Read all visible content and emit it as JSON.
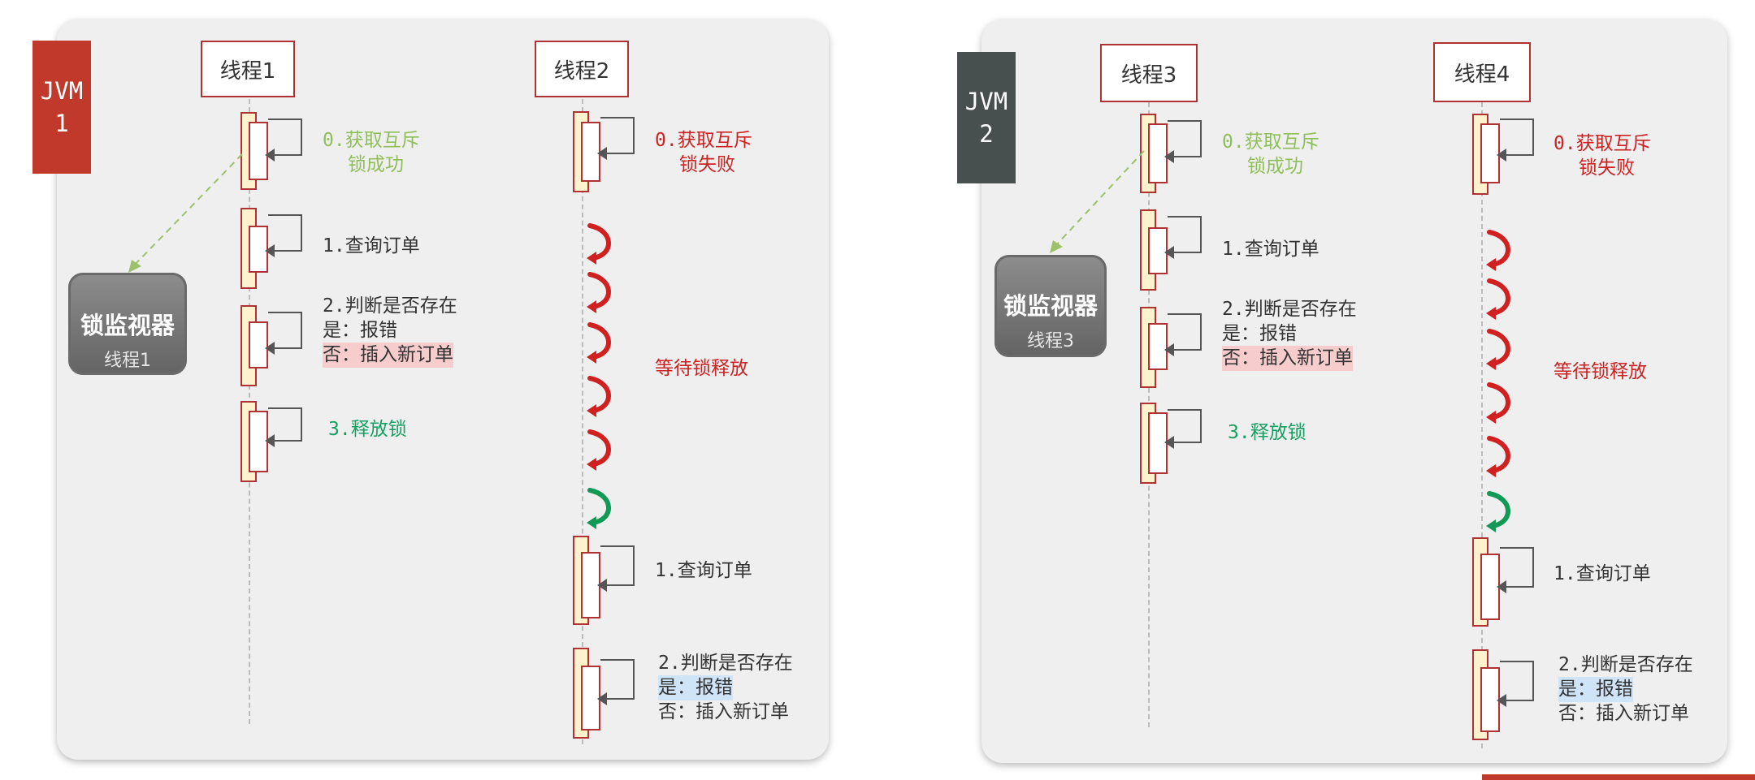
{
  "colors": {
    "jvm1": "#c0392b",
    "jvm2": "#474f4f",
    "success": "#8fbf5a",
    "fail": "#cc2222",
    "release": "#16a061"
  },
  "left": {
    "jvm": "JVM\n1",
    "thread_a": "线程1",
    "thread_b": "线程2",
    "monitor": {
      "title": "锁监视器",
      "owner": "线程1"
    },
    "a_steps": {
      "s0_l1": "0.获取互斥",
      "s0_l2": "锁成功",
      "s1": "1.查询订单",
      "s2_l1": "2.判断是否存在",
      "s2_l2": "是：报错",
      "s2_l3": "否：插入新订单",
      "s3": "3.释放锁"
    },
    "b_steps": {
      "s0_l1": "0.获取互斥",
      "s0_l2": "锁失败",
      "wait": "等待锁释放",
      "s1": "1.查询订单",
      "s2_l1": "2.判断是否存在",
      "s2_l2": "是：报错",
      "s2_l3": "否：插入新订单"
    }
  },
  "right": {
    "jvm": "JVM\n2",
    "thread_a": "线程3",
    "thread_b": "线程4",
    "monitor": {
      "title": "锁监视器",
      "owner": "线程3"
    },
    "a_steps": {
      "s0_l1": "0.获取互斥",
      "s0_l2": "锁成功",
      "s1": "1.查询订单",
      "s2_l1": "2.判断是否存在",
      "s2_l2": "是：报错",
      "s2_l3": "否：插入新订单",
      "s3": "3.释放锁"
    },
    "b_steps": {
      "s0_l1": "0.获取互斥",
      "s0_l2": "锁失败",
      "wait": "等待锁释放",
      "s1": "1.查询订单",
      "s2_l1": "2.判断是否存在",
      "s2_l2": "是：报错",
      "s2_l3": "否：插入新订单"
    }
  }
}
